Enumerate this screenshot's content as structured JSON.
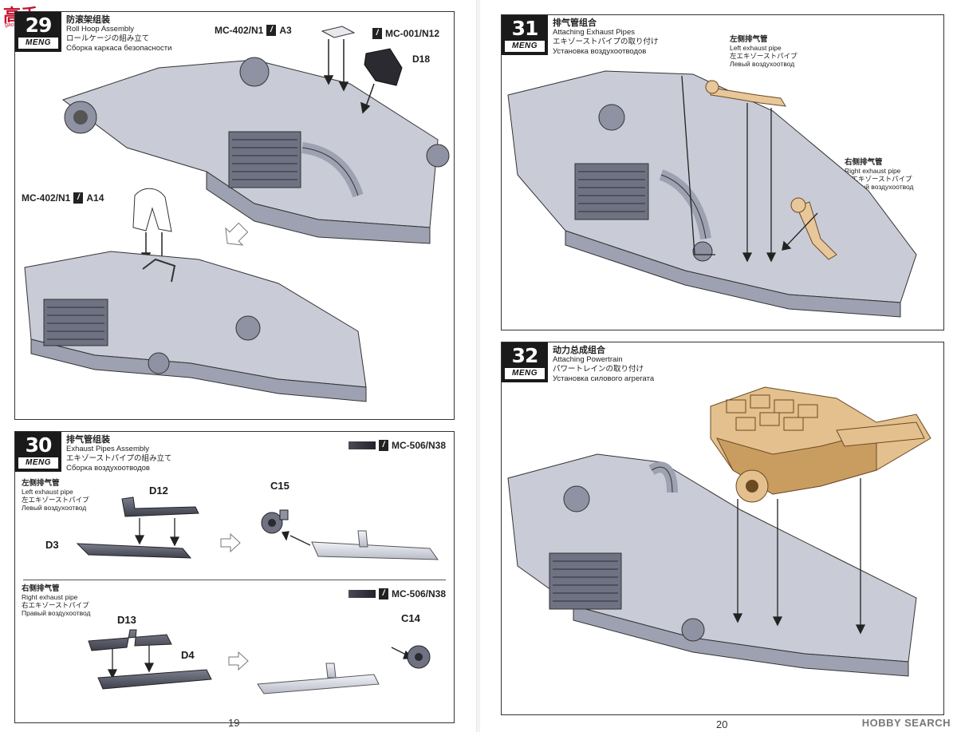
{
  "corner_logo": {
    "text": "高手",
    "sub": "gao-shou.com"
  },
  "watermark": "HOBBY SEARCH",
  "page_numbers": {
    "left": "19",
    "right": "20"
  },
  "step29": {
    "num": "29",
    "meng": "MENG",
    "title_zh": "防滚架组装",
    "title_en": "Roll Hoop Assembly",
    "title_ja": "ロールケージの組み立て",
    "title_ru": "Сборка каркаса безопасности",
    "paint_a3": "MC-402/N1",
    "part_a3": "A3",
    "paint_d18": "MC-001/N12",
    "part_d18": "D18",
    "paint_a14": "MC-402/N1",
    "part_a14": "A14"
  },
  "step30": {
    "num": "30",
    "meng": "MENG",
    "title_zh": "排气管组装",
    "title_en": "Exhaust Pipes Assembly",
    "title_ja": "エキゾーストパイプの組み立て",
    "title_ru": "Сборка воздухоотводов",
    "paint_top": "MC-506/N38",
    "paint_bottom": "MC-506/N38",
    "left_pipe": {
      "zh": "左侧排气管",
      "en": "Left exhaust pipe",
      "ja": "左エキゾーストパイプ",
      "ru": "Левый воздухоотвод"
    },
    "right_pipe": {
      "zh": "右侧排气管",
      "en": "Right exhaust pipe",
      "ja": "右エキゾーストパイプ",
      "ru": "Правый воздухоотвод"
    },
    "parts": {
      "d12": "D12",
      "d3": "D3",
      "c15": "C15",
      "d13": "D13",
      "d4": "D4",
      "c14": "C14"
    }
  },
  "step31": {
    "num": "31",
    "meng": "MENG",
    "title_zh": "排气管组合",
    "title_en": "Attaching Exhaust Pipes",
    "title_ja": "エキゾーストパイプの取り付け",
    "title_ru": "Установка воздухоотводов",
    "left_pipe": {
      "zh": "左侧排气管",
      "en": "Left exhaust pipe",
      "ja": "左エキゾーストパイプ",
      "ru": "Левый воздухоотвод"
    },
    "right_pipe": {
      "zh": "右侧排气管",
      "en": "Right exhaust pipe",
      "ja": "右エキゾーストパイプ",
      "ru": "Правый воздухоотвод"
    }
  },
  "step32": {
    "num": "32",
    "meng": "MENG",
    "title_zh": "动力总成组合",
    "title_en": "Attaching Powertrain",
    "title_ja": "パワートレインの取り付け",
    "title_ru": "Установка силового агрегата"
  },
  "colors": {
    "chassis": "#c9cbd6",
    "chassis_dark": "#8f92a3",
    "engine": "#e3c08e",
    "pipe": "#e8c79a",
    "ink": "#1a1a1a"
  },
  "icons": [
    "paint-brush-icon",
    "assembly-arrow-icon",
    "hint-arrow-icon"
  ]
}
